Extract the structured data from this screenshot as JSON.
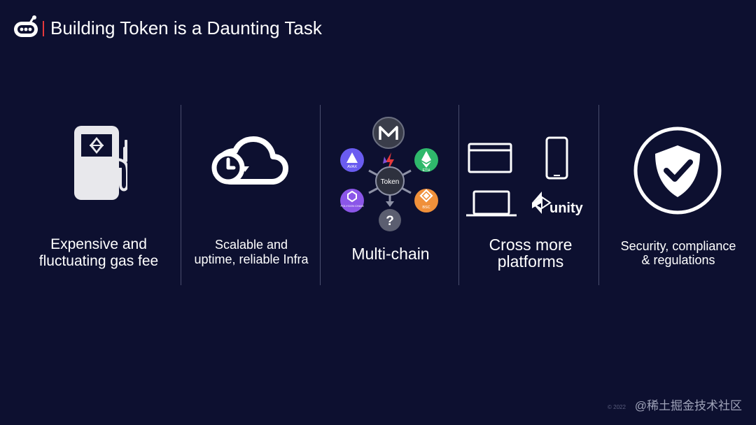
{
  "slide": {
    "title": "Building Token is a Daunting Task"
  },
  "columns": [
    {
      "id": "gas",
      "lines": [
        "Expensive and",
        "fluctuating gas fee"
      ],
      "icon": "gas-pump-icon"
    },
    {
      "id": "infra",
      "lines": [
        "Scalable and",
        "uptime, reliable Infra"
      ],
      "icon": "cloud-clock-icon"
    },
    {
      "id": "multichain",
      "lines": [
        "Multi-chain"
      ],
      "icon": "multichain-icon",
      "chains": {
        "center": "Token",
        "avax": "AVAX",
        "eth": "ETH",
        "polygon": "POLYGON CHAIN",
        "bsc": "BSC",
        "unknown": "?"
      }
    },
    {
      "id": "platforms",
      "lines": [
        "Cross more",
        "platforms"
      ],
      "icon": "platforms-icon",
      "unity": "unity"
    },
    {
      "id": "security",
      "lines": [
        "Security, compliance",
        "& regulations"
      ],
      "icon": "shield-check-icon"
    }
  ],
  "footer": {
    "copyright": "© 2022",
    "watermark": "@稀土掘金技术社区"
  },
  "colors": {
    "background": "#0d1030",
    "accent": "#e5383b",
    "icon": "#e8e8ec",
    "avax": "#6a5cf0",
    "eth": "#2fb86b",
    "polygon": "#8b56e8",
    "bsc": "#f0903a"
  }
}
